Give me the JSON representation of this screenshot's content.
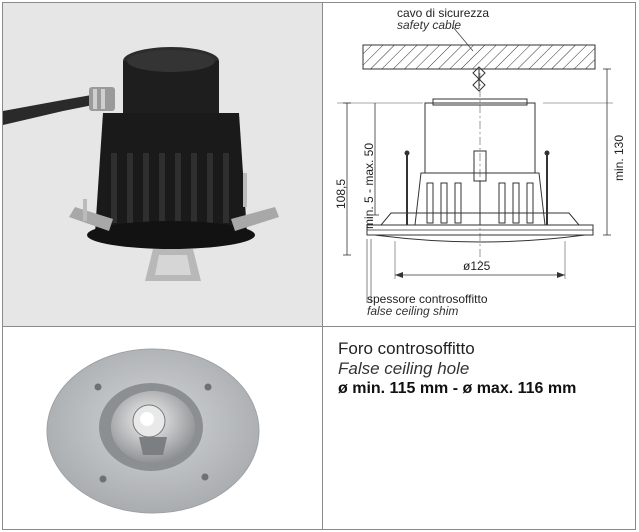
{
  "drawing": {
    "cable_label_it": "cavo di sicurezza",
    "cable_label_en": "safety cable",
    "dim_overall": "108,5",
    "dim_ceiling": "min. 5 - max. 50",
    "dim_min_height": "min. 130",
    "dim_diameter": "ø125",
    "shim_label_it": "spessore controsoffitto",
    "shim_label_en": "false ceiling shim"
  },
  "hole_info": {
    "title_it": "Foro controsoffitto",
    "title_en": "False ceiling hole",
    "dimensions": "ø min. 115 mm - ø max. 116 mm"
  },
  "colors": {
    "photo_background": "#e6e6e6",
    "body_black": "#1c1c1c",
    "plate_gray": "#b9bcbf"
  }
}
